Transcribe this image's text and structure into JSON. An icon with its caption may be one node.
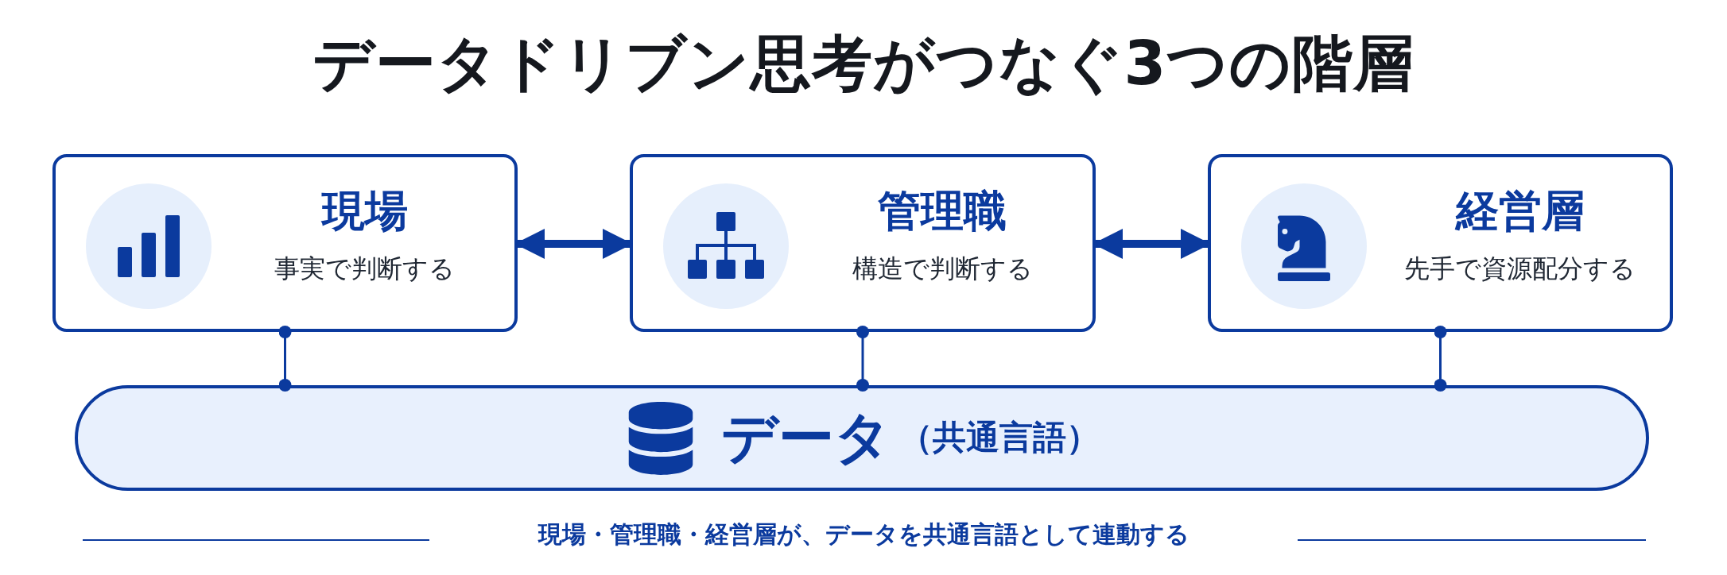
{
  "diagram": {
    "title": "データドリブン思考がつなぐ3つの階層",
    "nodes": [
      {
        "text": [
          "現場",
          "事実で判断する"
        ]
      },
      {
        "text": [
          "管理職",
          "構造で判断する"
        ]
      },
      {
        "text": [
          "経営層",
          "先手で資源配分する"
        ]
      },
      {
        "text": [
          "データ",
          "（共通言語）"
        ]
      }
    ],
    "edges": [
      {
        "from": 0,
        "to": 1,
        "arrow": "both",
        "style": "thick"
      },
      {
        "from": 1,
        "to": 2,
        "arrow": "both",
        "style": "thick"
      },
      {
        "from": 0,
        "to": 3,
        "arrow": "other"
      },
      {
        "from": 1,
        "to": 3,
        "arrow": "other"
      },
      {
        "from": 2,
        "to": 3,
        "arrow": "other"
      }
    ],
    "caption": "現場・管理職・経営層が、データを共通言語として連動する"
  }
}
